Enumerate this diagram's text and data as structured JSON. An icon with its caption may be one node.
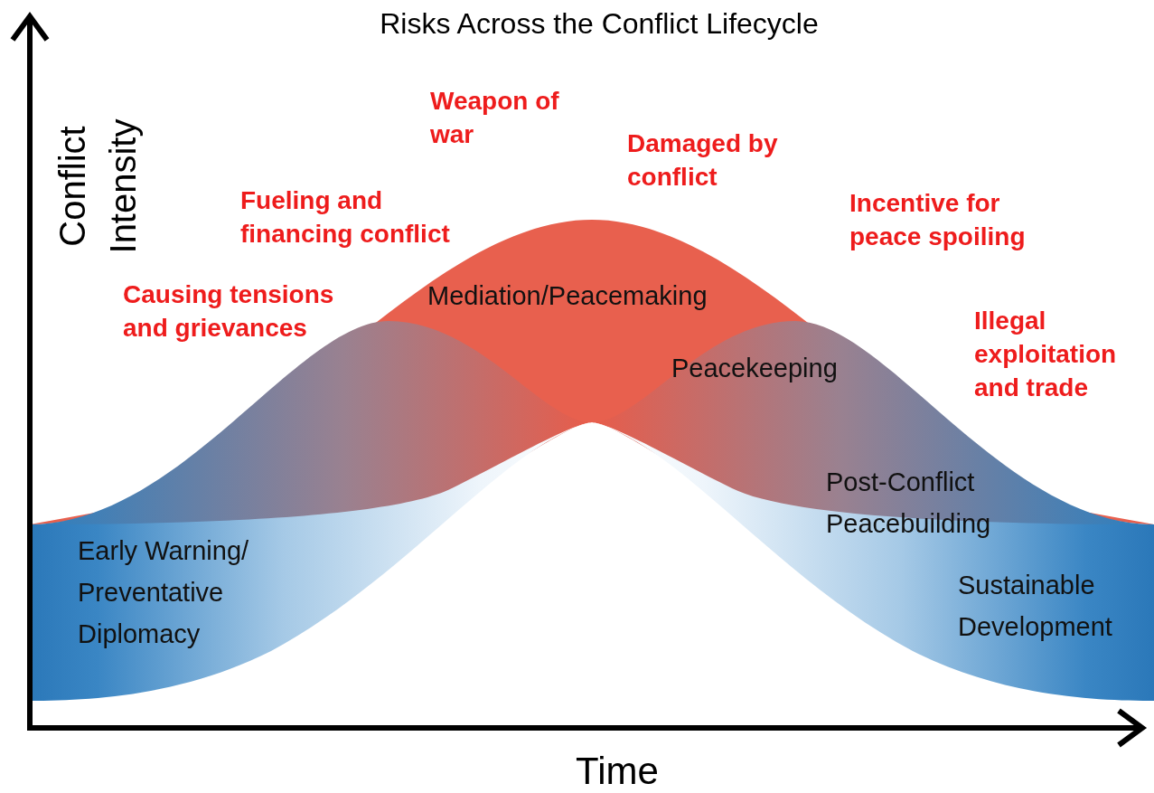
{
  "diagram": {
    "title": "Risks Across the Conflict Lifecycle",
    "nodes": [
      {
        "text": [
          "Early Warning/ Preventative Diplomacy"
        ]
      },
      {
        "text": [
          "Mediation/Peacemaking"
        ]
      },
      {
        "text": [
          "Peacekeeping"
        ]
      },
      {
        "text": [
          "Post-Conflict Peacebuilding"
        ]
      },
      {
        "text": [
          "Sustainable Development"
        ]
      }
    ],
    "edges": [],
    "labels": [
      "Conflict Intensity",
      "Weapon of war",
      "Damaged by conflict",
      "Fueling and financing conflict",
      "Incentive for peace spoiling",
      "Causing tensions and grievances",
      "Illegal exploitation and trade",
      "Time"
    ]
  }
}
